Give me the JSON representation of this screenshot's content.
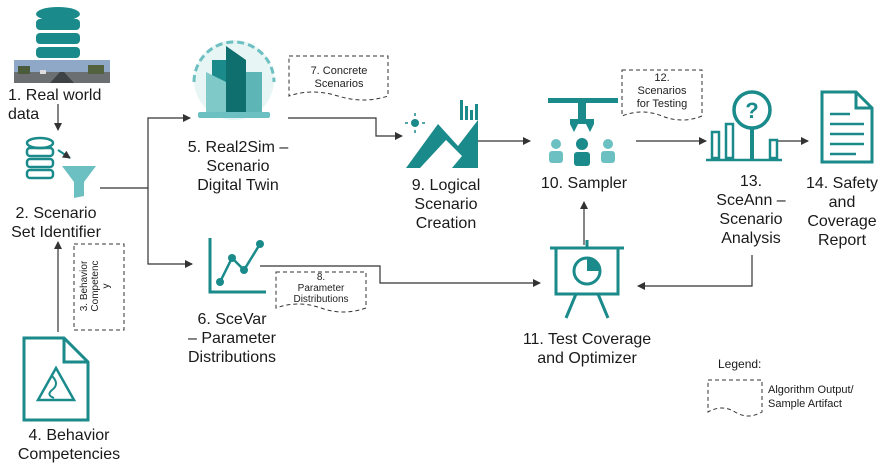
{
  "colors": {
    "teal": "#1a8a8a",
    "teal_light": "#6cc0c2",
    "line": "#333333"
  },
  "nodes": {
    "n1": [
      "1. Real world",
      "data"
    ],
    "n2": [
      "2. Scenario",
      "Set Identifier"
    ],
    "n3": [
      "3. Behavior",
      "Competenc",
      "y"
    ],
    "n4": [
      "4. Behavior",
      "Competencies"
    ],
    "n5": [
      "5. Real2Sim –",
      "Scenario",
      "Digital Twin"
    ],
    "n6": [
      "6. SceVar",
      "– Parameter",
      "Distributions"
    ],
    "n7": [
      "7. Concrete",
      "Scenarios"
    ],
    "n8": [
      "8.",
      "Parameter",
      "Distributions"
    ],
    "n9": [
      "9. Logical",
      "Scenario",
      "Creation"
    ],
    "n10": [
      "10. Sampler"
    ],
    "n11": [
      "11. Test Coverage",
      "and Optimizer"
    ],
    "n12": [
      "12.",
      "Scenarios",
      "for Testing"
    ],
    "n13": [
      "13.",
      "SceAnn –",
      "Scenario",
      "Analysis"
    ],
    "n14": [
      "14. Safety",
      "and",
      "Coverage",
      "Report"
    ]
  },
  "legend": {
    "title": "Legend:",
    "item": [
      "Algorithm Output/",
      "Sample Artifact"
    ]
  },
  "icons": [
    "database-icon",
    "road-photo",
    "database-filter-icon",
    "document-road-icon",
    "city-dome-icon",
    "line-chart-icon",
    "landscape-sun-icon",
    "robot-arm-icon",
    "presentation-board-icon",
    "magnifier-question-icon",
    "report-document-icon"
  ]
}
